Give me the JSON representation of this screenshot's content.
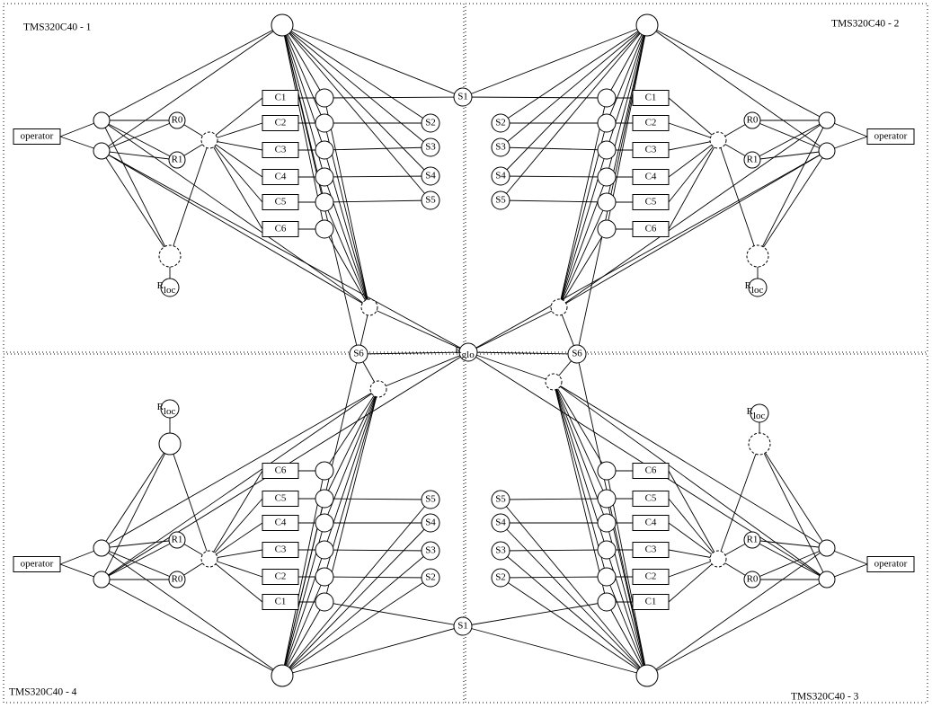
{
  "quadrants": [
    {
      "title": "TMS320C40 - 1",
      "operator": "operator",
      "r0": "R0",
      "r1": "R1",
      "rloc": "R",
      "rloc_sub": "loc",
      "c": [
        "C1",
        "C2",
        "C3",
        "C4",
        "C5",
        "C6"
      ],
      "s": [
        "S2",
        "S3",
        "S4",
        "S5"
      ]
    },
    {
      "title": "TMS320C40 - 2",
      "operator": "operator",
      "r0": "R0",
      "r1": "R1",
      "rloc": "R",
      "rloc_sub": "loc",
      "c": [
        "C1",
        "C2",
        "C3",
        "C4",
        "C5",
        "C6"
      ],
      "s": [
        "S2",
        "S3",
        "S4",
        "S5"
      ]
    },
    {
      "title": "TMS320C40 - 3",
      "operator": "operator",
      "r0": "R0",
      "r1": "R1",
      "rloc": "R",
      "rloc_sub": "loc",
      "c": [
        "C1",
        "C2",
        "C3",
        "C4",
        "C5",
        "C6"
      ],
      "s": [
        "S2",
        "S3",
        "S4",
        "S5"
      ]
    },
    {
      "title": "TMS320C40 - 4",
      "operator": "operator",
      "r0": "R0",
      "r1": "R1",
      "rloc": "R",
      "rloc_sub": "loc",
      "c": [
        "C1",
        "C2",
        "C3",
        "C4",
        "C5",
        "C6"
      ],
      "s": [
        "S2",
        "S3",
        "S4",
        "S5"
      ]
    }
  ],
  "shared": {
    "s1_top": "S1",
    "s1_bottom": "S1",
    "s6_left": "S6",
    "s6_right": "S6",
    "center": "R",
    "center_sub": "glo"
  }
}
